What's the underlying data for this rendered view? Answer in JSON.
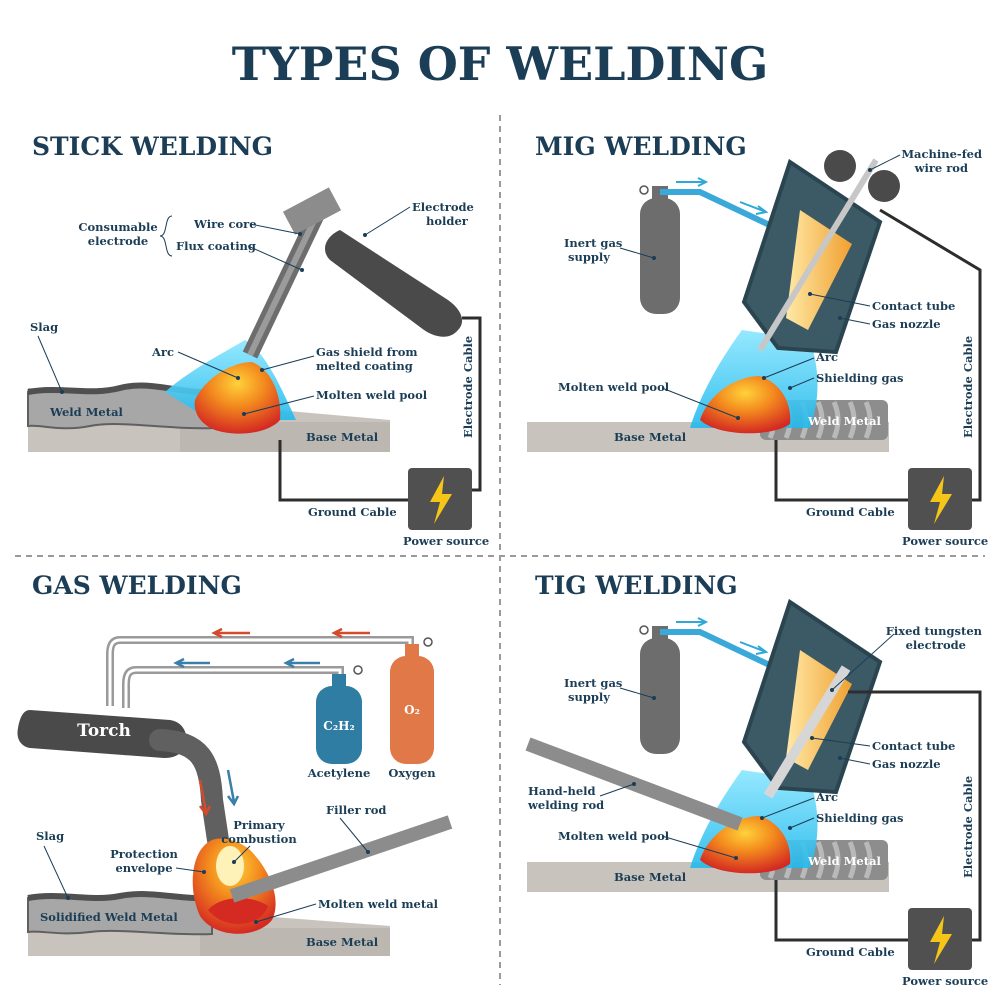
{
  "title": "TYPES OF WELDING",
  "colors": {
    "title": "#1b3d55",
    "flame_orange": "#f07c1e",
    "flame_red": "#d42a22",
    "gas_cyan": "#2ec6f0",
    "metal_gray": "#a6a6a6",
    "dark_gray": "#505050",
    "nozzle_teal": "#3b5a66",
    "oxygen_orange": "#e07848",
    "acetylene_blue": "#2f7da3"
  },
  "icons": {
    "power_source": "lightning-bolt-icon",
    "flow": "arrow-icon"
  },
  "stick": {
    "title": "STICK WELDING",
    "consumable": [
      "Consumable",
      "electrode"
    ],
    "wire_core": "Wire core",
    "flux_coating": "Flux coating",
    "electrode_holder": [
      "Electrode",
      "holder"
    ],
    "slag": "Slag",
    "arc": "Arc",
    "gas_shield": [
      "Gas shield from",
      "melted coating"
    ],
    "molten_weld_pool": "Molten weld pool",
    "weld_metal": "Weld Metal",
    "base_metal": "Base Metal",
    "electrode_cable": "Electrode Cable",
    "ground_cable": "Ground Cable",
    "power_source": "Power source"
  },
  "mig": {
    "title": "MIG WELDING",
    "wire_rod": [
      "Machine-fed",
      "wire rod"
    ],
    "inert_gas": [
      "Inert gas",
      "supply"
    ],
    "contact_tube": "Contact tube",
    "gas_nozzle": "Gas nozzle",
    "arc": "Arc",
    "shielding_gas": "Shielding gas",
    "molten_weld_pool": "Molten weld pool",
    "weld_metal": "Weld Metal",
    "base_metal": "Base Metal",
    "electrode_cable": "Electrode Cable",
    "ground_cable": "Ground Cable",
    "power_source": "Power source"
  },
  "gas": {
    "title": "GAS WELDING",
    "torch": "Torch",
    "acetylene_formula": "C₂H₂",
    "oxygen_formula": "O₂",
    "acetylene": "Acetylene",
    "oxygen": "Oxygen",
    "primary_combustion": [
      "Primary",
      "combustion"
    ],
    "filler_rod": "Filler rod",
    "slag": "Slag",
    "protection_envelope": [
      "Protection",
      "envelope"
    ],
    "molten_weld_metal": "Molten weld metal",
    "solidified_weld_metal": "Solidified Weld Metal",
    "base_metal": "Base Metal"
  },
  "tig": {
    "title": "TIG WELDING",
    "tungsten": [
      "Fixed tungsten",
      "electrode"
    ],
    "inert_gas": [
      "Inert gas",
      "supply"
    ],
    "contact_tube": "Contact tube",
    "gas_nozzle": "Gas nozzle",
    "hand_rod": [
      "Hand-held",
      "welding rod"
    ],
    "arc": "Arc",
    "shielding_gas": "Shielding gas",
    "molten_weld_pool": "Molten weld pool",
    "weld_metal": "Weld Metal",
    "base_metal": "Base Metal",
    "electrode_cable": "Electrode Cable",
    "ground_cable": "Ground Cable",
    "power_source": "Power source"
  }
}
